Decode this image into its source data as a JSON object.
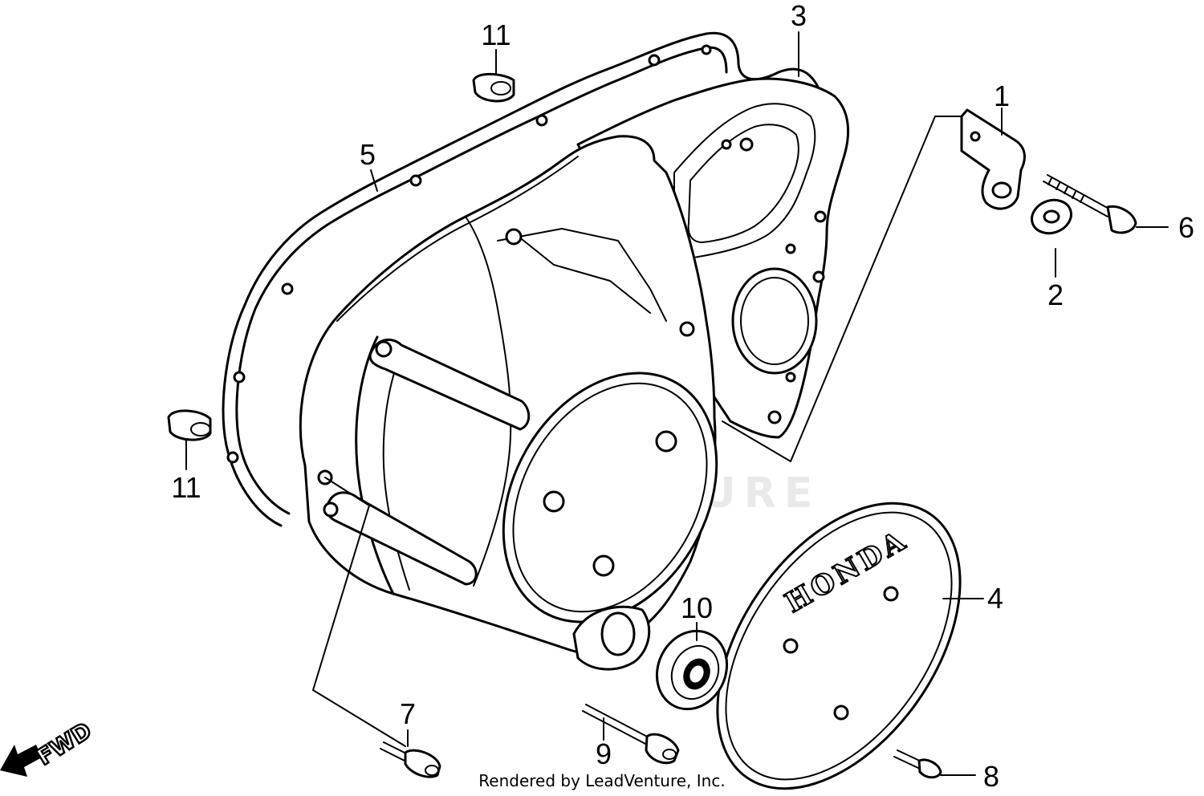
{
  "callouts": {
    "c1": "1",
    "c2": "2",
    "c3": "3",
    "c4": "4",
    "c5": "5",
    "c6": "6",
    "c7": "7",
    "c8": "8",
    "c9": "9",
    "c10": "10",
    "c11_top": "11",
    "c11_left": "11"
  },
  "emblem_text": "HONDA",
  "direction_label": "FWD",
  "watermark": "LEADVENTURE",
  "footer": "Rendered by LeadVenture, Inc."
}
